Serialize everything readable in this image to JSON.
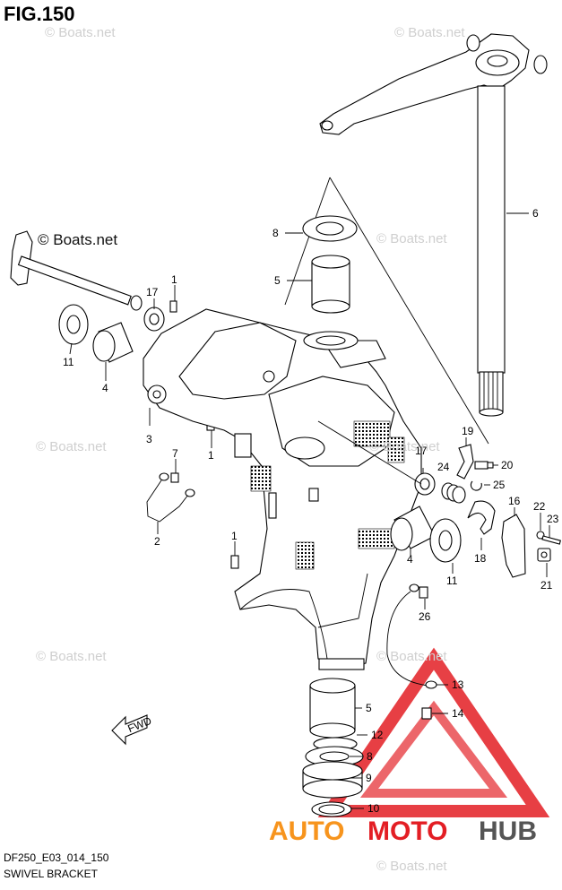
{
  "figure": {
    "title": "FIG.150",
    "model_code": "DF250_E03_014_150",
    "section_name": "SWIVEL BRACKET",
    "direction_marker": "FWD"
  },
  "watermarks": {
    "primary": "© Boats.net",
    "secondary": "© Boats.net"
  },
  "logo": {
    "part1": "AUTO",
    "part2": "MOTO",
    "part3": "HUB",
    "color_orange": "#f7941d",
    "color_red": "#e31e24",
    "color_gray": "#555555"
  },
  "callouts": [
    {
      "label": "1"
    },
    {
      "label": "1"
    },
    {
      "label": "1"
    },
    {
      "label": "2"
    },
    {
      "label": "3"
    },
    {
      "label": "4"
    },
    {
      "label": "4"
    },
    {
      "label": "5"
    },
    {
      "label": "5"
    },
    {
      "label": "6"
    },
    {
      "label": "7"
    },
    {
      "label": "8"
    },
    {
      "label": "8"
    },
    {
      "label": "9"
    },
    {
      "label": "10"
    },
    {
      "label": "11"
    },
    {
      "label": "11"
    },
    {
      "label": "12"
    },
    {
      "label": "13"
    },
    {
      "label": "14"
    },
    {
      "label": "16"
    },
    {
      "label": "17"
    },
    {
      "label": "17"
    },
    {
      "label": "18"
    },
    {
      "label": "19"
    },
    {
      "label": "20"
    },
    {
      "label": "21"
    },
    {
      "label": "22"
    },
    {
      "label": "23"
    },
    {
      "label": "24"
    },
    {
      "label": "25"
    },
    {
      "label": "26"
    }
  ]
}
